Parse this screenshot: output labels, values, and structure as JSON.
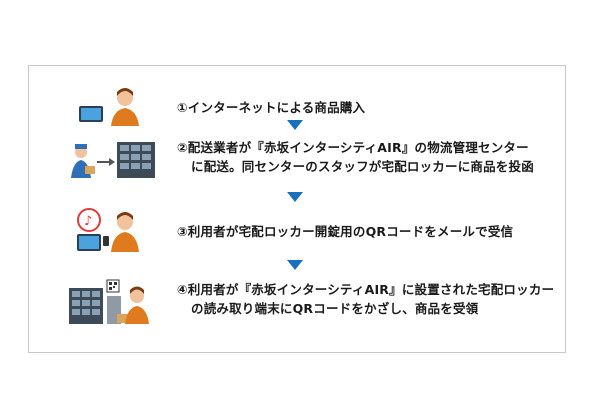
{
  "steps": [
    {
      "line1": "①インターネットによる商品購入",
      "line2": ""
    },
    {
      "line1": "②配送業者が『赤坂インターシティAIR』の物流管理センター",
      "line2": "に配送。同センターのスタッフが宅配ロッカーに商品を投函"
    },
    {
      "line1": "③利用者が宅配ロッカー開錠用のQRコードをメールで受信",
      "line2": ""
    },
    {
      "line1": "④利用者が『赤坂インターシティAIR』に設置された宅配ロッカー",
      "line2": "の読み取り端末にQRコードをかざし、商品を受領"
    }
  ],
  "icons": [
    "person-tablet-icon",
    "delivery-locker-icon",
    "person-phone-music-icon",
    "locker-qr-person-icon"
  ],
  "colors": {
    "arrow": "#1a6fbf",
    "border": "#c9c9c9",
    "locker": "#3d4a57"
  }
}
